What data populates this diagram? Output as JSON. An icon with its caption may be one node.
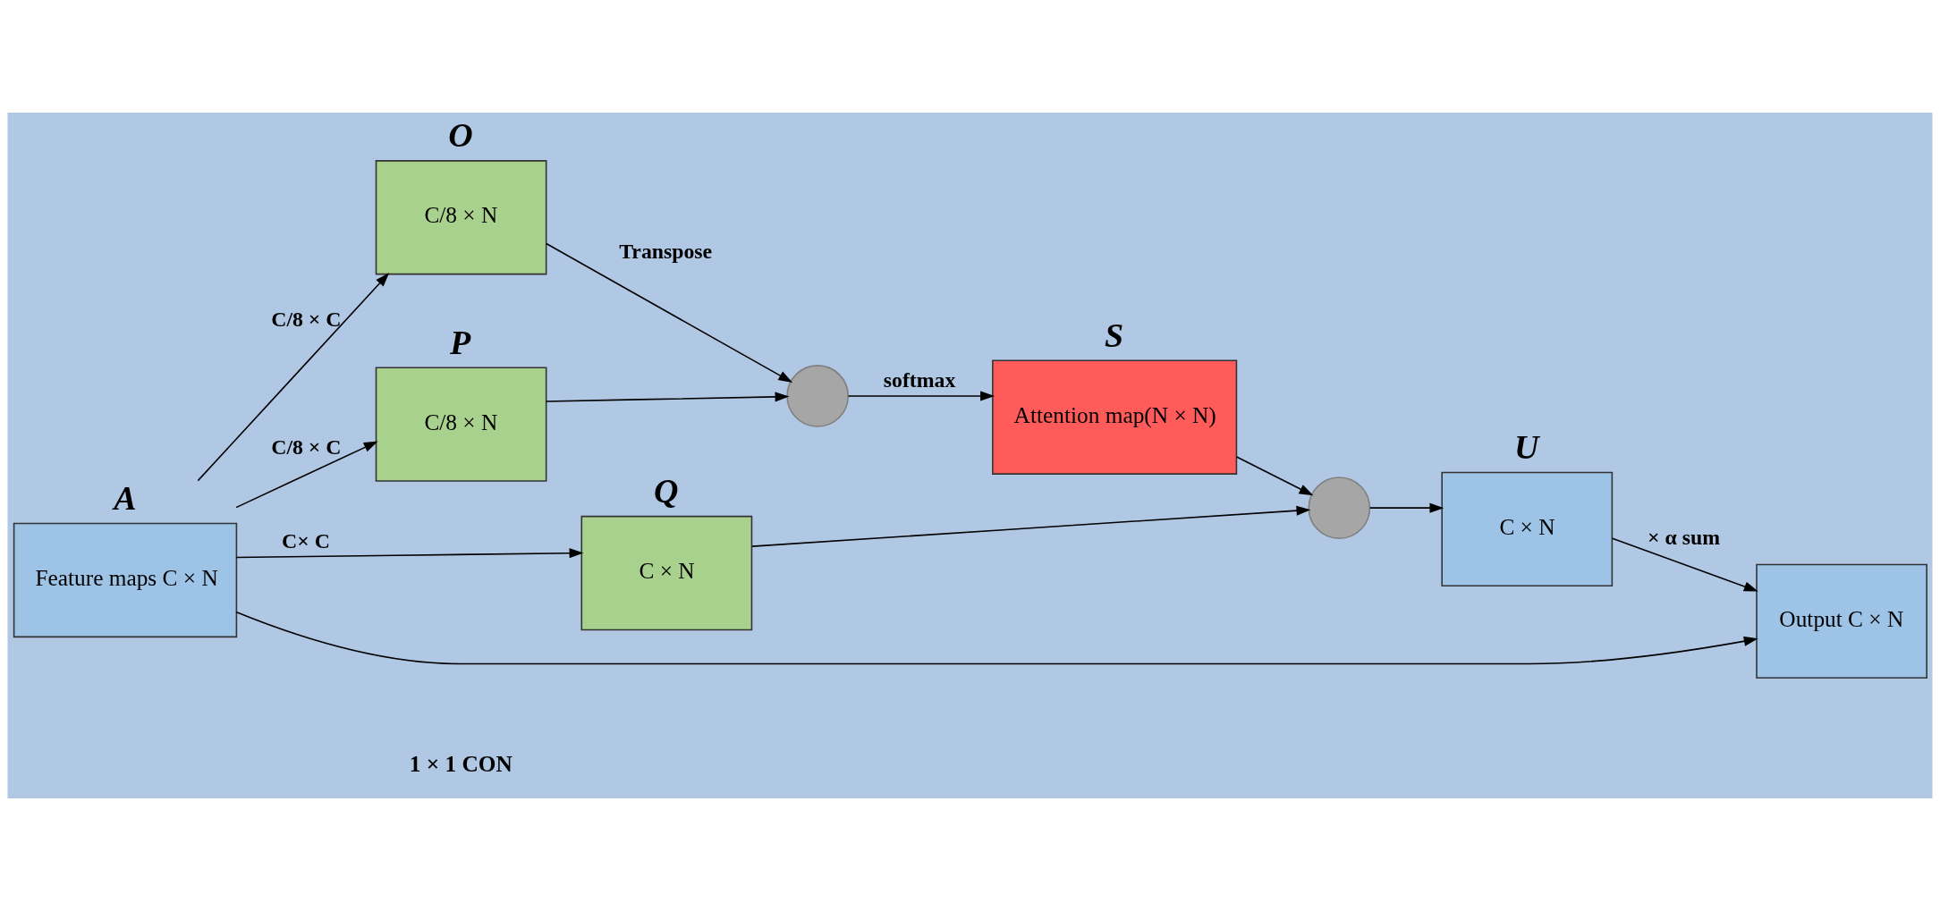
{
  "diagram": {
    "nodes": [
      {
        "text": [
          "A",
          "Feature maps C × N"
        ]
      },
      {
        "text": [
          "O",
          "C/8 × N"
        ]
      },
      {
        "text": [
          "P",
          "C/8 × N"
        ]
      },
      {
        "text": [
          "Q",
          "C × N"
        ]
      },
      {
        "text": [],
        "shape": "circle"
      },
      {
        "text": [
          "S",
          "Attention map(N × N)"
        ]
      },
      {
        "text": [],
        "shape": "circle"
      },
      {
        "text": [
          "U",
          "C × N"
        ]
      },
      {
        "text": [
          "Output C × N"
        ]
      }
    ],
    "edges": [
      {
        "from": 0,
        "to": 1,
        "arrow": "to",
        "label": "C/8 × C"
      },
      {
        "from": 0,
        "to": 2,
        "arrow": "to",
        "label": "C/8 × C"
      },
      {
        "from": 0,
        "to": 3,
        "arrow": "to",
        "label": "C× C"
      },
      {
        "from": 1,
        "to": 4,
        "arrow": "to",
        "label": "Transpose"
      },
      {
        "from": 2,
        "to": 4,
        "arrow": "to"
      },
      {
        "from": 4,
        "to": 5,
        "arrow": "to",
        "label": "softmax"
      },
      {
        "from": 5,
        "to": 6,
        "arrow": "to"
      },
      {
        "from": 3,
        "to": 6,
        "arrow": "to"
      },
      {
        "from": 6,
        "to": 7,
        "arrow": "to"
      },
      {
        "from": 7,
        "to": 8,
        "arrow": "to",
        "label": "× α sum"
      },
      {
        "from": 0,
        "to": 8,
        "arrow": "to"
      }
    ],
    "labels": [
      "1 × 1 CON"
    ]
  }
}
